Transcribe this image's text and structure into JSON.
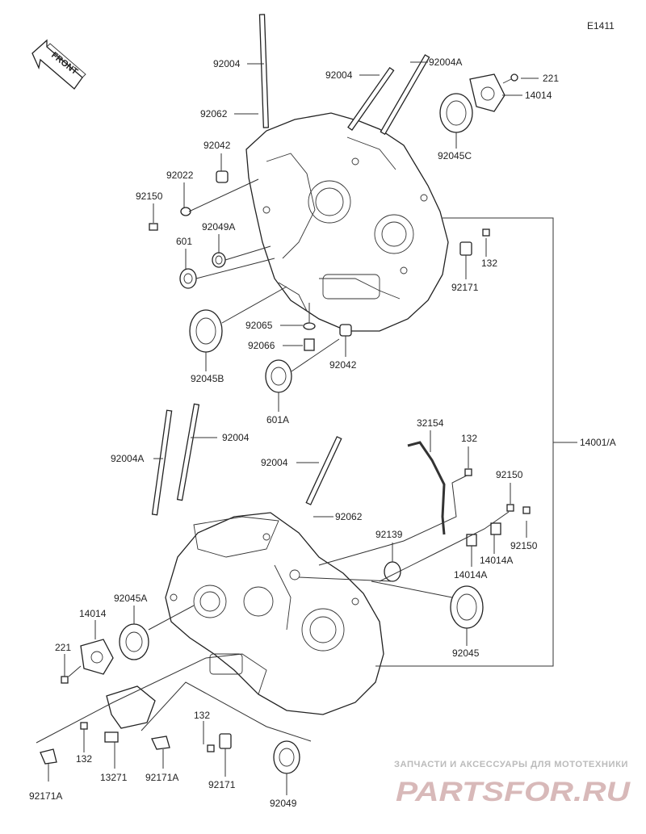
{
  "figure_code": "E1411",
  "front_label": "FRONT",
  "watermark": {
    "tagline": "ЗАПЧАСТИ И АКСЕССУАРЫ ДЛЯ МОТОТЕХНИКИ",
    "brand": "PARTSFOR.RU"
  },
  "callouts": {
    "c01": "92004",
    "c02": "92004",
    "c03": "92004A",
    "c04": "221",
    "c05": "14014",
    "c06": "92062",
    "c07": "92045C",
    "c08": "92042",
    "c09": "92022",
    "c10": "92150",
    "c11": "92049A",
    "c12": "601",
    "c13": "132",
    "c14": "92171",
    "c15": "92065",
    "c16": "92066",
    "c17": "92042",
    "c18": "92045B",
    "c19": "601A",
    "c20": "32154",
    "c21": "132",
    "c22": "92004",
    "c23": "92004A",
    "c24": "92004",
    "c25": "14001/A",
    "c26": "92150",
    "c27": "92062",
    "c28": "92139",
    "c29": "92150",
    "c30": "14014A",
    "c31": "14014A",
    "c32": "92045A",
    "c33": "14014",
    "c34": "92045",
    "c35": "221",
    "c36": "132",
    "c37": "132",
    "c38": "13271",
    "c39": "92171A",
    "c40": "92171",
    "c41": "92171A",
    "c42": "92049"
  }
}
